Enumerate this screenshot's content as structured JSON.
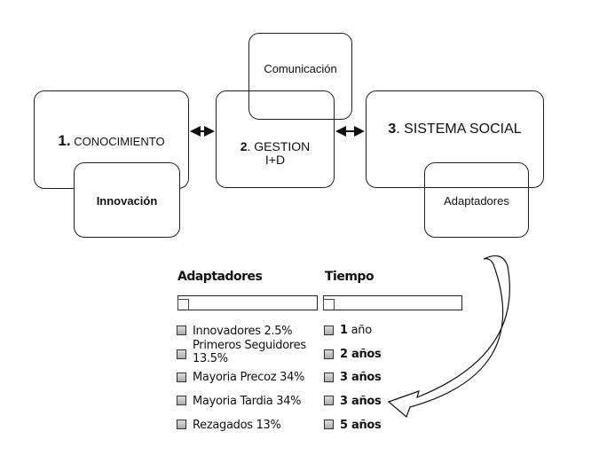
{
  "boxes": {
    "conocimiento": {
      "num": "1.",
      "label": "CONOCIMIENTO"
    },
    "gestion": {
      "num": "2",
      "label1": ". GESTION",
      "label2": "I+D"
    },
    "sistema": {
      "num": "3",
      "label": ". SISTEMA SOCIAL"
    },
    "innovacion": "Innovación",
    "comunicacion": "Comunicación",
    "adaptadores": "Adaptadores"
  },
  "table": {
    "adaptadores_header": "Adaptadores",
    "tiempo_header": "Tiempo",
    "adaptadores": [
      "Innovadores  2.5%",
      "Primeros Seguidores 13.5%",
      "Mayoria Precoz 34%",
      "Mayoria Tardia 34%",
      "Rezagados 13%"
    ],
    "tiempo": [
      {
        "n": "1",
        "u": " año"
      },
      {
        "n": "2",
        "u": " años"
      },
      {
        "n": "3",
        "u": " años"
      },
      {
        "n": "3",
        "u": " años"
      },
      {
        "n": "5",
        "u": " años"
      }
    ]
  }
}
